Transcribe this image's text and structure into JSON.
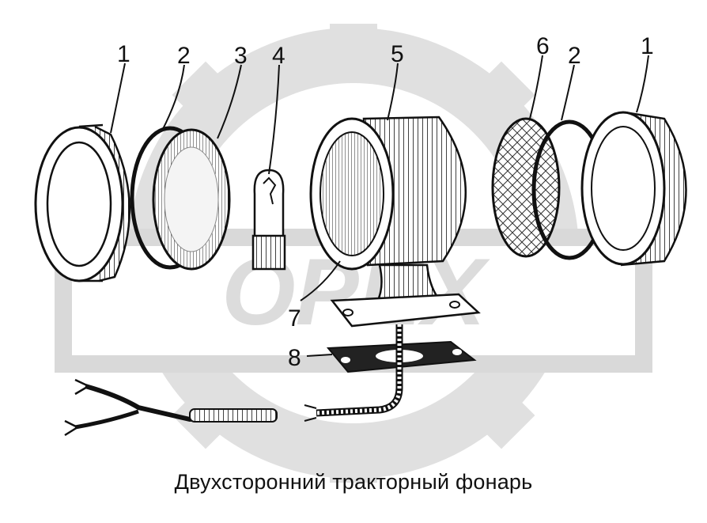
{
  "diagram": {
    "caption": "Двухсторонний тракторный фонарь",
    "watermark": "ОРЕХ",
    "callouts": [
      {
        "id": "c1a",
        "label": "1"
      },
      {
        "id": "c2a",
        "label": "2"
      },
      {
        "id": "c3",
        "label": "3"
      },
      {
        "id": "c4",
        "label": "4"
      },
      {
        "id": "c5",
        "label": "5"
      },
      {
        "id": "c6",
        "label": "6"
      },
      {
        "id": "c2b",
        "label": "2"
      },
      {
        "id": "c1b",
        "label": "1"
      },
      {
        "id": "c7",
        "label": "7"
      },
      {
        "id": "c8",
        "label": "8"
      }
    ]
  },
  "colors": {
    "ink": "#111111",
    "watermark": "#d9d9d9",
    "background": "#ffffff"
  }
}
